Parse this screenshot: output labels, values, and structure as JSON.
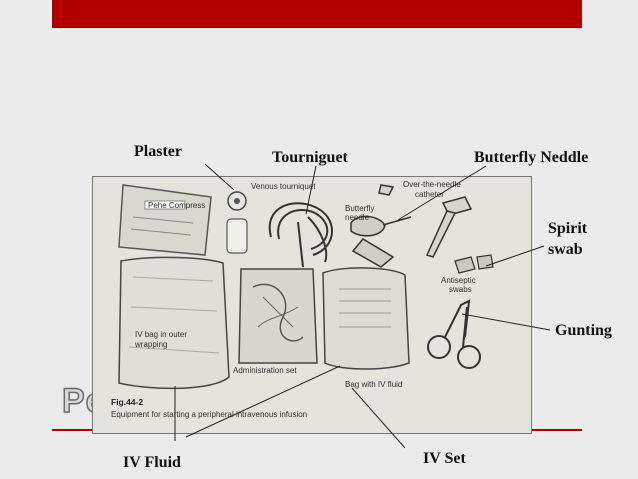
{
  "slide": {
    "title_fragment": "Pe",
    "colors": {
      "accent": "#b20000",
      "background": "#ebebeb"
    }
  },
  "labels": {
    "plaster": "Plaster",
    "tourniquet": "Tourniguet",
    "butterfly_needle": "Butterfly Neddle",
    "spirit_swab_line1": "Spirit",
    "spirit_swab_line2": "swab",
    "gunting": "Gunting",
    "iv_fluid": "IV Fluid",
    "iv_set": "IV Set"
  },
  "photo": {
    "captions": {
      "venous_tourniquet": "Venous tourniquet",
      "over_the_needle_1": "Over-the-needle",
      "over_the_needle_2": "catheter",
      "butterfly_1": "Butterfly",
      "butterfly_2": "needle",
      "antiseptic_1": "Antiseptic",
      "antiseptic_2": "swabs",
      "iv_bag_1": "IV bag in outer",
      "iv_bag_2": "wrapping",
      "administration_set": "Administration set",
      "bag_with_iv_fluid": "Bag with IV fluid",
      "figure_number": "Fig.44-2",
      "figure_caption": "Equipment for starting a peripheral intravenous infusion",
      "box_brand": "Pehe Compress"
    }
  }
}
